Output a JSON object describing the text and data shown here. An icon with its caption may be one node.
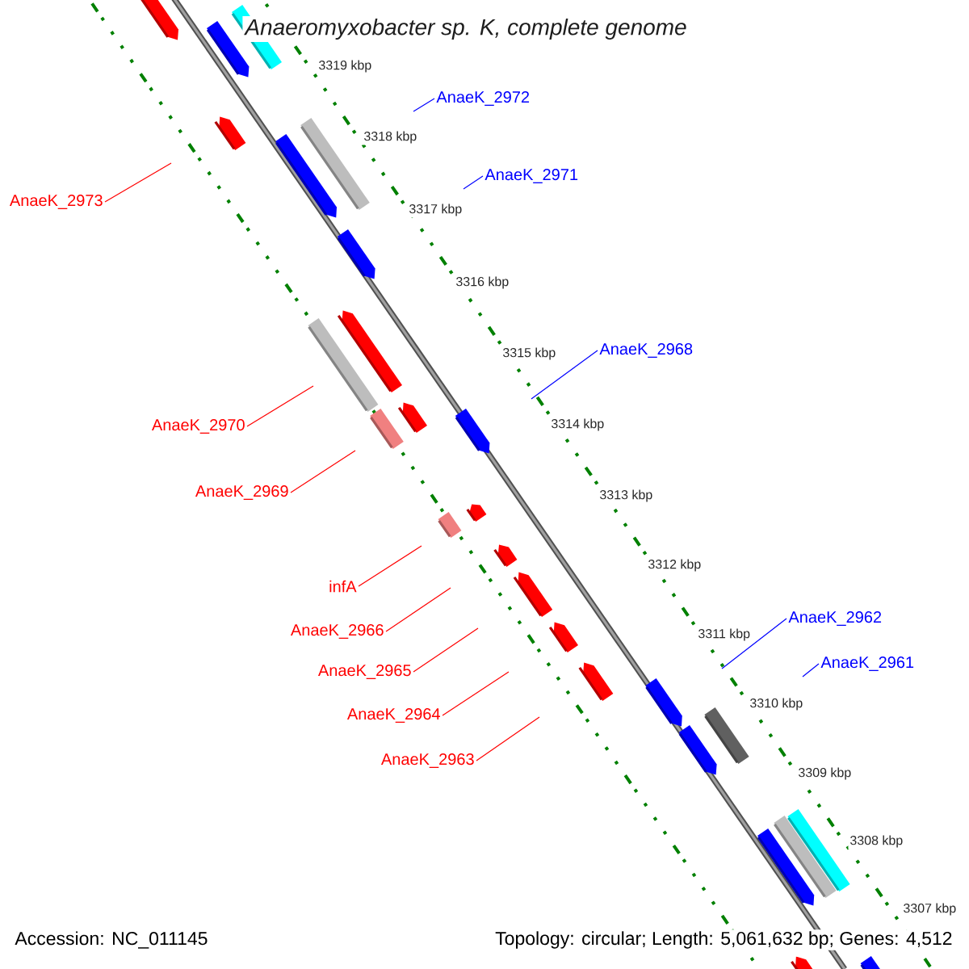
{
  "diagram": {
    "title": "Anaeromyxobacter sp. K, complete genome",
    "nodes": [
      {
        "text": [
          "AnaeK_2972"
        ]
      },
      {
        "text": [
          "AnaeK_2971"
        ]
      },
      {
        "text": [
          "AnaeK_2973"
        ]
      },
      {
        "text": [
          "AnaeK_2968"
        ]
      },
      {
        "text": [
          "AnaeK_2970"
        ]
      },
      {
        "text": [
          "AnaeK_2969"
        ]
      },
      {
        "text": [
          "infA"
        ]
      },
      {
        "text": [
          "AnaeK_2962"
        ]
      },
      {
        "text": [
          "AnaeK_2966"
        ]
      },
      {
        "text": [
          "AnaeK_2961"
        ]
      },
      {
        "text": [
          "AnaeK_2965"
        ]
      },
      {
        "text": [
          "AnaeK_2964"
        ]
      },
      {
        "text": [
          "AnaeK_2963"
        ]
      }
    ],
    "edges": [
      {
        "from": 0,
        "to": null,
        "arrow": "none",
        "color": "#0000ff"
      },
      {
        "from": 1,
        "to": null,
        "arrow": "none",
        "color": "#0000ff"
      },
      {
        "from": 2,
        "to": null,
        "arrow": "none"
      },
      {
        "from": 3,
        "to": null,
        "arrow": "none",
        "color": "#0000ff"
      },
      {
        "from": 4,
        "to": null,
        "arrow": "none"
      },
      {
        "from": 5,
        "to": null,
        "arrow": "none"
      },
      {
        "from": 6,
        "to": null,
        "arrow": "none"
      },
      {
        "from": 7,
        "to": null,
        "arrow": "none",
        "color": "#0000ff"
      },
      {
        "from": 8,
        "to": null,
        "arrow": "none"
      },
      {
        "from": 9,
        "to": null,
        "arrow": "none",
        "color": "#0000ff"
      },
      {
        "from": 10,
        "to": null,
        "arrow": "none"
      },
      {
        "from": 11,
        "to": null,
        "arrow": "none"
      },
      {
        "from": 12,
        "to": null,
        "arrow": "none"
      }
    ],
    "labels": [
      "3319 kbp",
      "3318 kbp",
      "3317 kbp",
      "3316 kbp",
      "3315 kbp",
      "3314 kbp",
      "3313 kbp",
      "3312 kbp",
      "3311 kbp",
      "3310 kbp",
      "3309 kbp",
      "3308 kbp",
      "3307 kbp",
      "Accession: NC_011145",
      "Topology: circular; Length: 5,061,632 bp; Genes: 4,512"
    ]
  }
}
